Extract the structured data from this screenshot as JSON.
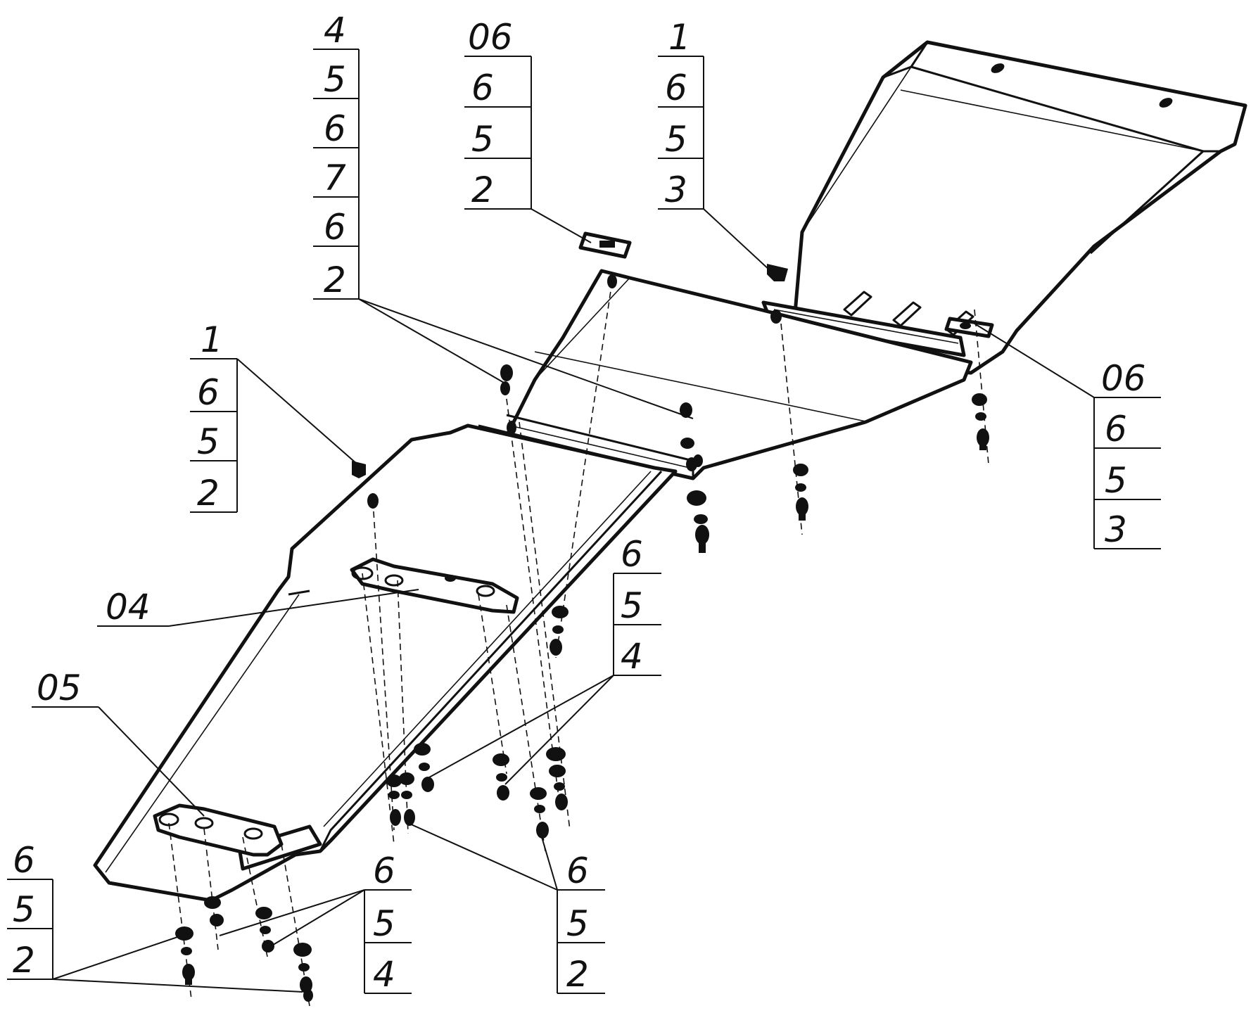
{
  "callouts": {
    "c1": [
      "4",
      "5",
      "6",
      "7",
      "6",
      "2"
    ],
    "c2": [
      "06",
      "6",
      "5",
      "2"
    ],
    "c3": [
      "1",
      "6",
      "5",
      "3"
    ],
    "c4": [
      "06",
      "6",
      "5",
      "3"
    ],
    "c5": [
      "1",
      "6",
      "5",
      "2"
    ],
    "c6": [
      "6",
      "5",
      "4"
    ],
    "c7": [
      "6",
      "5",
      "2"
    ],
    "c8": [
      "6",
      "5",
      "4"
    ],
    "c9": [
      "6",
      "5",
      "2"
    ]
  },
  "labels": {
    "l04": "04",
    "l05": "05"
  }
}
